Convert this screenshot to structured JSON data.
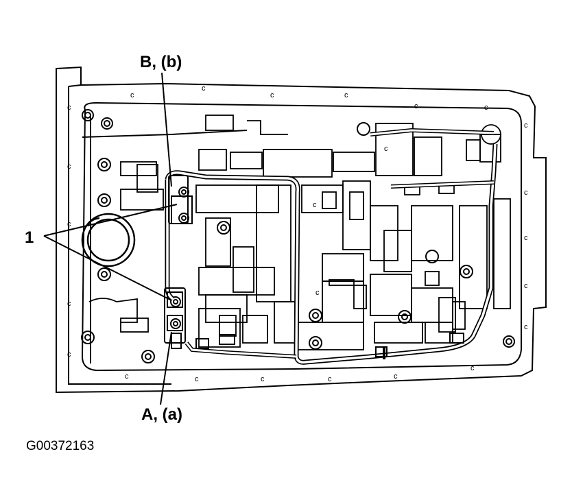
{
  "labels": {
    "callout_b": "B, (b)",
    "callout_a": "A, (a)",
    "callout_1": "1",
    "figure_id": "G00372163"
  },
  "bolt_marker": "c",
  "colors": {
    "line": "#000000",
    "background": "#ffffff"
  }
}
